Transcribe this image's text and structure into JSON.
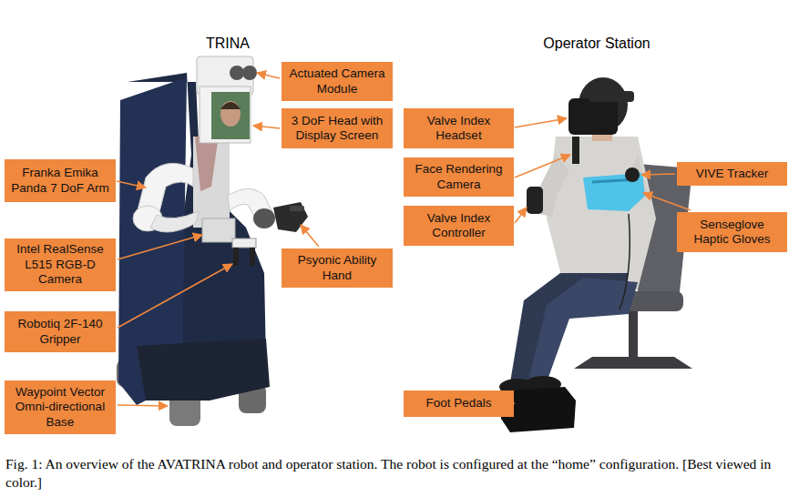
{
  "diagram": {
    "caption": "Fig. 1: An overview of the AVATRINA robot and operator station. The robot is configured at the “home” configuration. [Best viewed in color.]",
    "nodes": [
      {
        "text": [
          "Actuated Camera Module"
        ]
      },
      {
        "text": [
          "3 DoF Head with Display Screen"
        ]
      },
      {
        "text": [
          "Franka Emika Panda 7 DoF Arm"
        ]
      },
      {
        "text": [
          "Intel RealSense L515 RGB-D Camera"
        ]
      },
      {
        "text": [
          "Psyonic Ability Hand"
        ]
      },
      {
        "text": [
          "Robotiq 2F-140 Gripper"
        ]
      },
      {
        "text": [
          "Waypoint Vector Omni-directional Base"
        ]
      },
      {
        "text": [
          "Valve Index Headset"
        ]
      },
      {
        "text": [
          "Face Rendering Camera"
        ]
      },
      {
        "text": [
          "VIVE Tracker"
        ]
      },
      {
        "text": [
          "Valve Index Controller"
        ]
      },
      {
        "text": [
          "Senseglove Haptic Gloves"
        ]
      },
      {
        "text": [
          "Foot Pedals"
        ]
      }
    ],
    "labels": [
      "TRINA",
      "Operator Station"
    ]
  }
}
